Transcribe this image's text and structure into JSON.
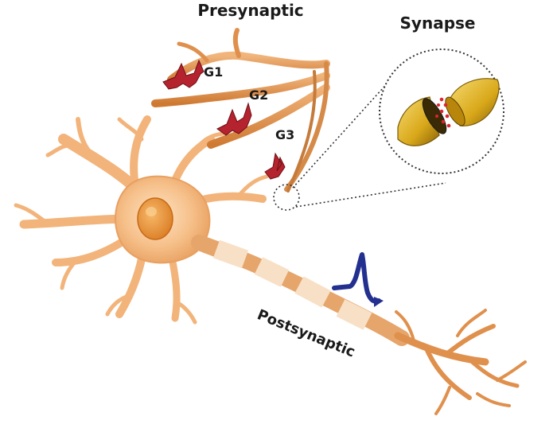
{
  "labels": {
    "presynaptic": "Presynaptic",
    "synapse": "Synapse",
    "postsynaptic": "Postsynaptic",
    "g1": "G1",
    "g2": "G2",
    "g3": "G3"
  },
  "colors": {
    "neuron_body": "#f6c08a",
    "neuron_light": "#fde3c4",
    "neuron_shade": "#e29a55",
    "nucleus": "#ef9b3f",
    "axon_dendrite": "#e0904d",
    "myelin": "#f7e0c6",
    "pulse_red": "#b4232e",
    "pulse_blue": "#23308f",
    "terminal_gold": "#d9a81a",
    "vesicles": "#e0232e"
  },
  "icons": {
    "presynaptic_spikes": "red-spike-train-icon",
    "postsynaptic_spike": "blue-action-potential-icon",
    "synapse_zoom": "synapse-closeup-icon"
  }
}
